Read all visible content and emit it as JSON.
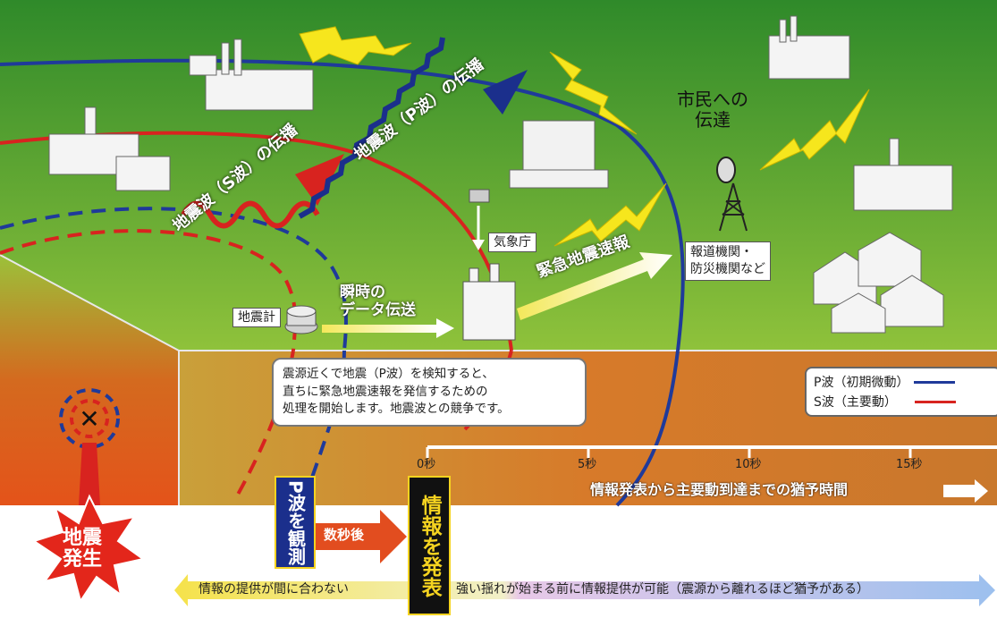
{
  "labels": {
    "seismometer": "地震計",
    "instant_transfer_line1": "瞬時の",
    "instant_transfer_line2": "データ伝送",
    "jma": "気象庁",
    "eew": "緊急地震速報",
    "media_line1": "報道機関・",
    "media_line2": "防災機関など",
    "citizens_line1": "市民への",
    "citizens_line2": "伝達",
    "s_wave_propagation": "地震波（S波）の伝播",
    "p_wave_propagation": "地震波（P波）の伝播"
  },
  "speech": {
    "line1": "震源近くで地震（P波）を検知すると、",
    "line2": "直ちに緊急地震速報を発信するための",
    "line3": "処理を開始します。地震波との競争です。"
  },
  "legend": {
    "p_wave": "P波（初期微動）",
    "s_wave": "S波（主要動）",
    "p_color": "#1f3a9a",
    "s_color": "#d8231f"
  },
  "timeline": {
    "ticks": [
      "0秒",
      "5秒",
      "10秒",
      "15秒"
    ],
    "caption": "情報発表から主要動到達までの猶予時間"
  },
  "steps": {
    "earthquake_line1": "地震",
    "earthquake_line2": "発生",
    "observe_p": "P波を観測",
    "few_seconds": "数秒後",
    "announce": "情報を発表"
  },
  "bottom": {
    "too_late": "情報の提供が間に合わない",
    "possible": "強い揺れが始まる前に情報提供が可能（震源から離れるほど猶予がある）"
  },
  "icons": [
    "epicenter-x-icon",
    "seismometer-icon",
    "jma-building-icon",
    "antenna-tower-icon",
    "factory-icon",
    "office-building-icon",
    "houses-icon",
    "lightning-icon"
  ]
}
